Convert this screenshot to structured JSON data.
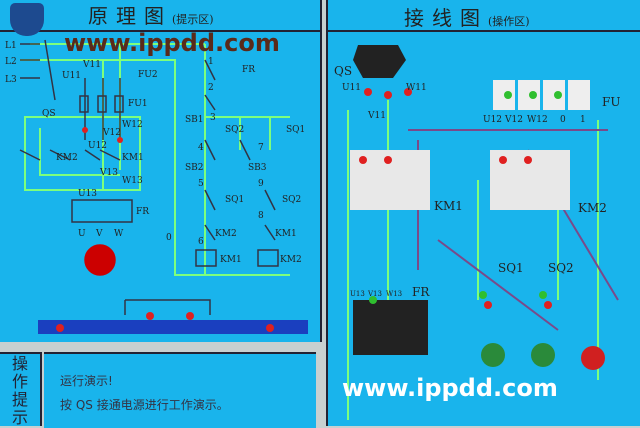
{
  "left_panel": {
    "title": "原理图",
    "subtitle": "(提示区)",
    "labels": {
      "L1": "L1",
      "L2": "L2",
      "L3": "L3",
      "QS": "QS",
      "U11": "U11",
      "V11": "V11",
      "FU2": "FU2",
      "FU1": "FU1",
      "W12": "W12",
      "V12": "V12",
      "U12": "U12",
      "KM2": "KM2",
      "KM1": "KM1",
      "W13": "W13",
      "V13": "V13",
      "U13": "U13",
      "FR": "FR",
      "U": "U",
      "V": "V",
      "W": "W",
      "FR2": "FR",
      "SB1": "SB1",
      "SB2": "SB2",
      "SB3": "SB3",
      "SQ1": "SQ1",
      "SQ2": "SQ2",
      "SQ1b": "SQ1",
      "SQ2b": "SQ2",
      "KM2b": "KM2",
      "KM1b": "KM1",
      "KM1c": "KM1",
      "KM2c": "KM2",
      "n0": "0",
      "n1": "1",
      "n2": "2",
      "n3": "3",
      "n4": "4",
      "n5": "5",
      "n6": "6",
      "n7": "7",
      "n8": "8",
      "n9": "9"
    }
  },
  "right_panel": {
    "title": "接线图",
    "subtitle": "(操作区)",
    "labels": {
      "QS": "QS",
      "U11": "U11",
      "V11": "V11",
      "W11": "W11",
      "FU": "FU",
      "U12": "U12",
      "V12": "V12",
      "W12": "W12",
      "n0": "0",
      "n1": "1",
      "KM1": "KM1",
      "KM2": "KM2",
      "SQ1": "SQ1",
      "SQ2": "SQ2",
      "FR": "FR",
      "U13": "U13",
      "V13": "V13",
      "W13": "W13"
    }
  },
  "hint": {
    "label_chars": [
      "操",
      "作",
      "提",
      "示"
    ],
    "line1": "运行演示!",
    "line2": "按 QS 接通电源进行工作演示。"
  },
  "watermark": "www.ippdd.com",
  "colors": {
    "panel": "#19b4ec",
    "wire_green": "#7dff7d",
    "wire_dark": "#334",
    "contact_red": "#e02020",
    "watermark": "#5a2a1a"
  }
}
